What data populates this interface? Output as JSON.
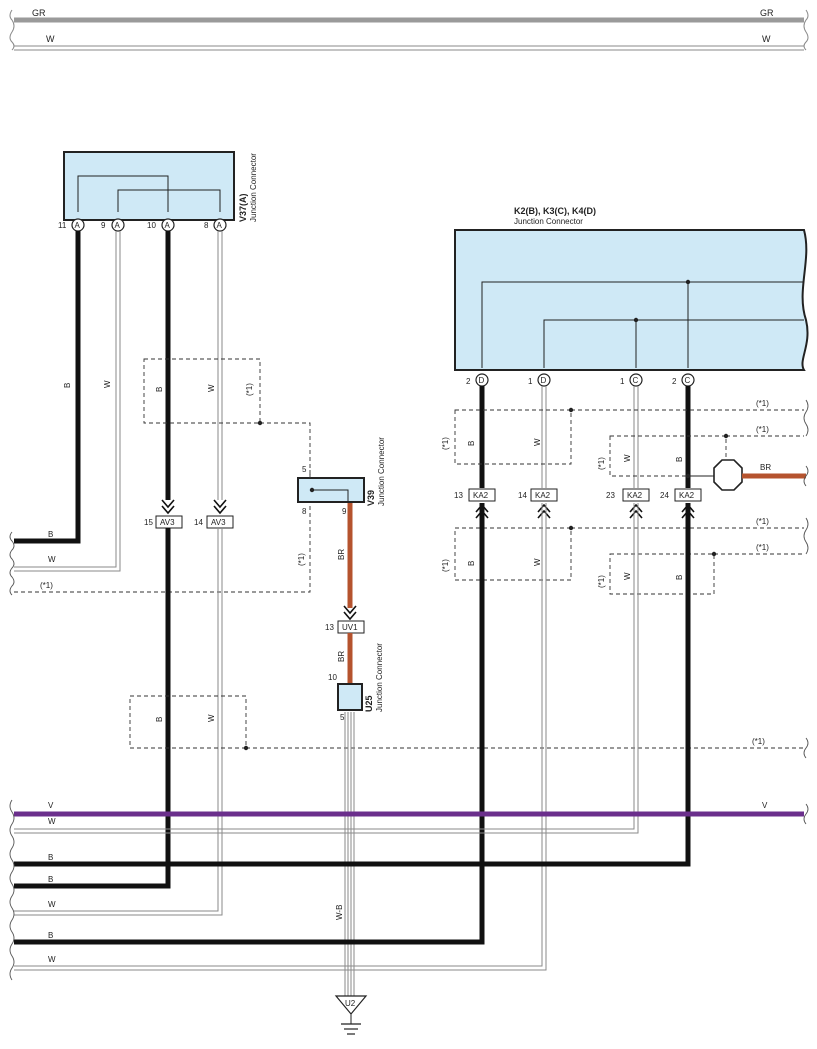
{
  "colors": {
    "gr": "#9a9a9a",
    "violet": "#6b2f8c",
    "brown": "#b5532e",
    "black": "#111111",
    "white_wire": "#8a8a8a",
    "connector_fill": "#cfe9f6"
  },
  "top_wires": {
    "gr": "GR",
    "w": "W"
  },
  "v37": {
    "code": "V37(A)",
    "name": "Junction Connector",
    "pins": [
      {
        "num": "11",
        "letter": "A"
      },
      {
        "num": "9",
        "letter": "A"
      },
      {
        "num": "10",
        "letter": "A"
      },
      {
        "num": "8",
        "letter": "A"
      }
    ]
  },
  "k2": {
    "code": "K2(B), K3(C), K4(D)",
    "name": "Junction Connector",
    "pins": [
      {
        "num": "2",
        "letter": "D"
      },
      {
        "num": "1",
        "letter": "D"
      },
      {
        "num": "1",
        "letter": "C"
      },
      {
        "num": "2",
        "letter": "C"
      }
    ]
  },
  "v39": {
    "code": "V39",
    "name": "Junction Connector",
    "pin_top": "5",
    "pin_left": "8",
    "pin_right": "9"
  },
  "u25": {
    "code": "U25",
    "name": "Junction Connector",
    "pin_top": "10",
    "pin_bottom": "5"
  },
  "uv1": {
    "num": "13",
    "label": "UV1"
  },
  "av3": [
    {
      "num": "15",
      "label": "AV3"
    },
    {
      "num": "14",
      "label": "AV3"
    }
  ],
  "ka2": [
    {
      "num": "13",
      "label": "KA2"
    },
    {
      "num": "14",
      "label": "KA2"
    },
    {
      "num": "23",
      "label": "KA2"
    },
    {
      "num": "24",
      "label": "KA2"
    }
  ],
  "wire_labels": {
    "b": "B",
    "w": "W",
    "br": "BR",
    "v": "V",
    "wb": "W-B",
    "note": "(*1)"
  },
  "ground": {
    "label": "U2"
  }
}
